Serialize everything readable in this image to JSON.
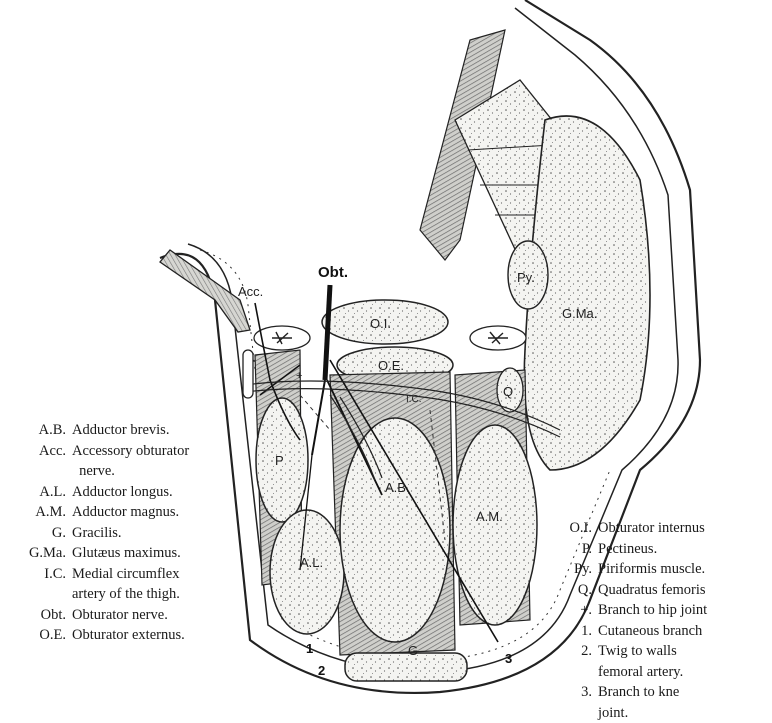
{
  "figure": {
    "labels": {
      "obt": "Obt.",
      "acc": "Acc.",
      "oi": "O.I.",
      "oe": "O.E.",
      "ic": "I.C.",
      "q": "Q",
      "p": "P",
      "ab": "A.B.",
      "am": "A.M.",
      "al": "A.L.",
      "g": "G",
      "py": "Py.",
      "gma": "G.Ma.",
      "plus": "+",
      "n1": "1",
      "n2": "2",
      "n3": "3"
    }
  },
  "legend_left": [
    {
      "abbr": "A.B.",
      "desc": "Adductor brevis."
    },
    {
      "abbr": "Acc.",
      "desc": "Accessory obturator",
      "cont": "nerve."
    },
    {
      "abbr": "A.L.",
      "desc": "Adductor longus."
    },
    {
      "abbr": "A.M.",
      "desc": "Adductor magnus."
    },
    {
      "abbr": "G.",
      "desc": "Gracilis."
    },
    {
      "abbr": "G.Ma.",
      "desc": "Glutæus maximus."
    },
    {
      "abbr": "I.C.",
      "desc": "Medial circumflex",
      "cont": "artery of the thigh."
    },
    {
      "abbr": "Obt.",
      "desc": "Obturator nerve."
    },
    {
      "abbr": "O.E.",
      "desc": "Obturator externus."
    }
  ],
  "legend_right": [
    {
      "abbr": "O.I.",
      "desc": "Obturator internus"
    },
    {
      "abbr": "P.",
      "desc": "Pectineus."
    },
    {
      "abbr": "Py.",
      "desc": "Piriformis muscle."
    },
    {
      "abbr": "Q.",
      "desc": "Quadratus femoris"
    },
    {
      "abbr": "+.",
      "desc": "Branch to hip joint"
    },
    {
      "abbr": "1.",
      "desc": "Cutaneous branch"
    },
    {
      "abbr": "2.",
      "desc": "Twig to walls",
      "cont": "femoral artery."
    },
    {
      "abbr": "3.",
      "desc": "Branch to kne",
      "cont": "joint."
    }
  ]
}
